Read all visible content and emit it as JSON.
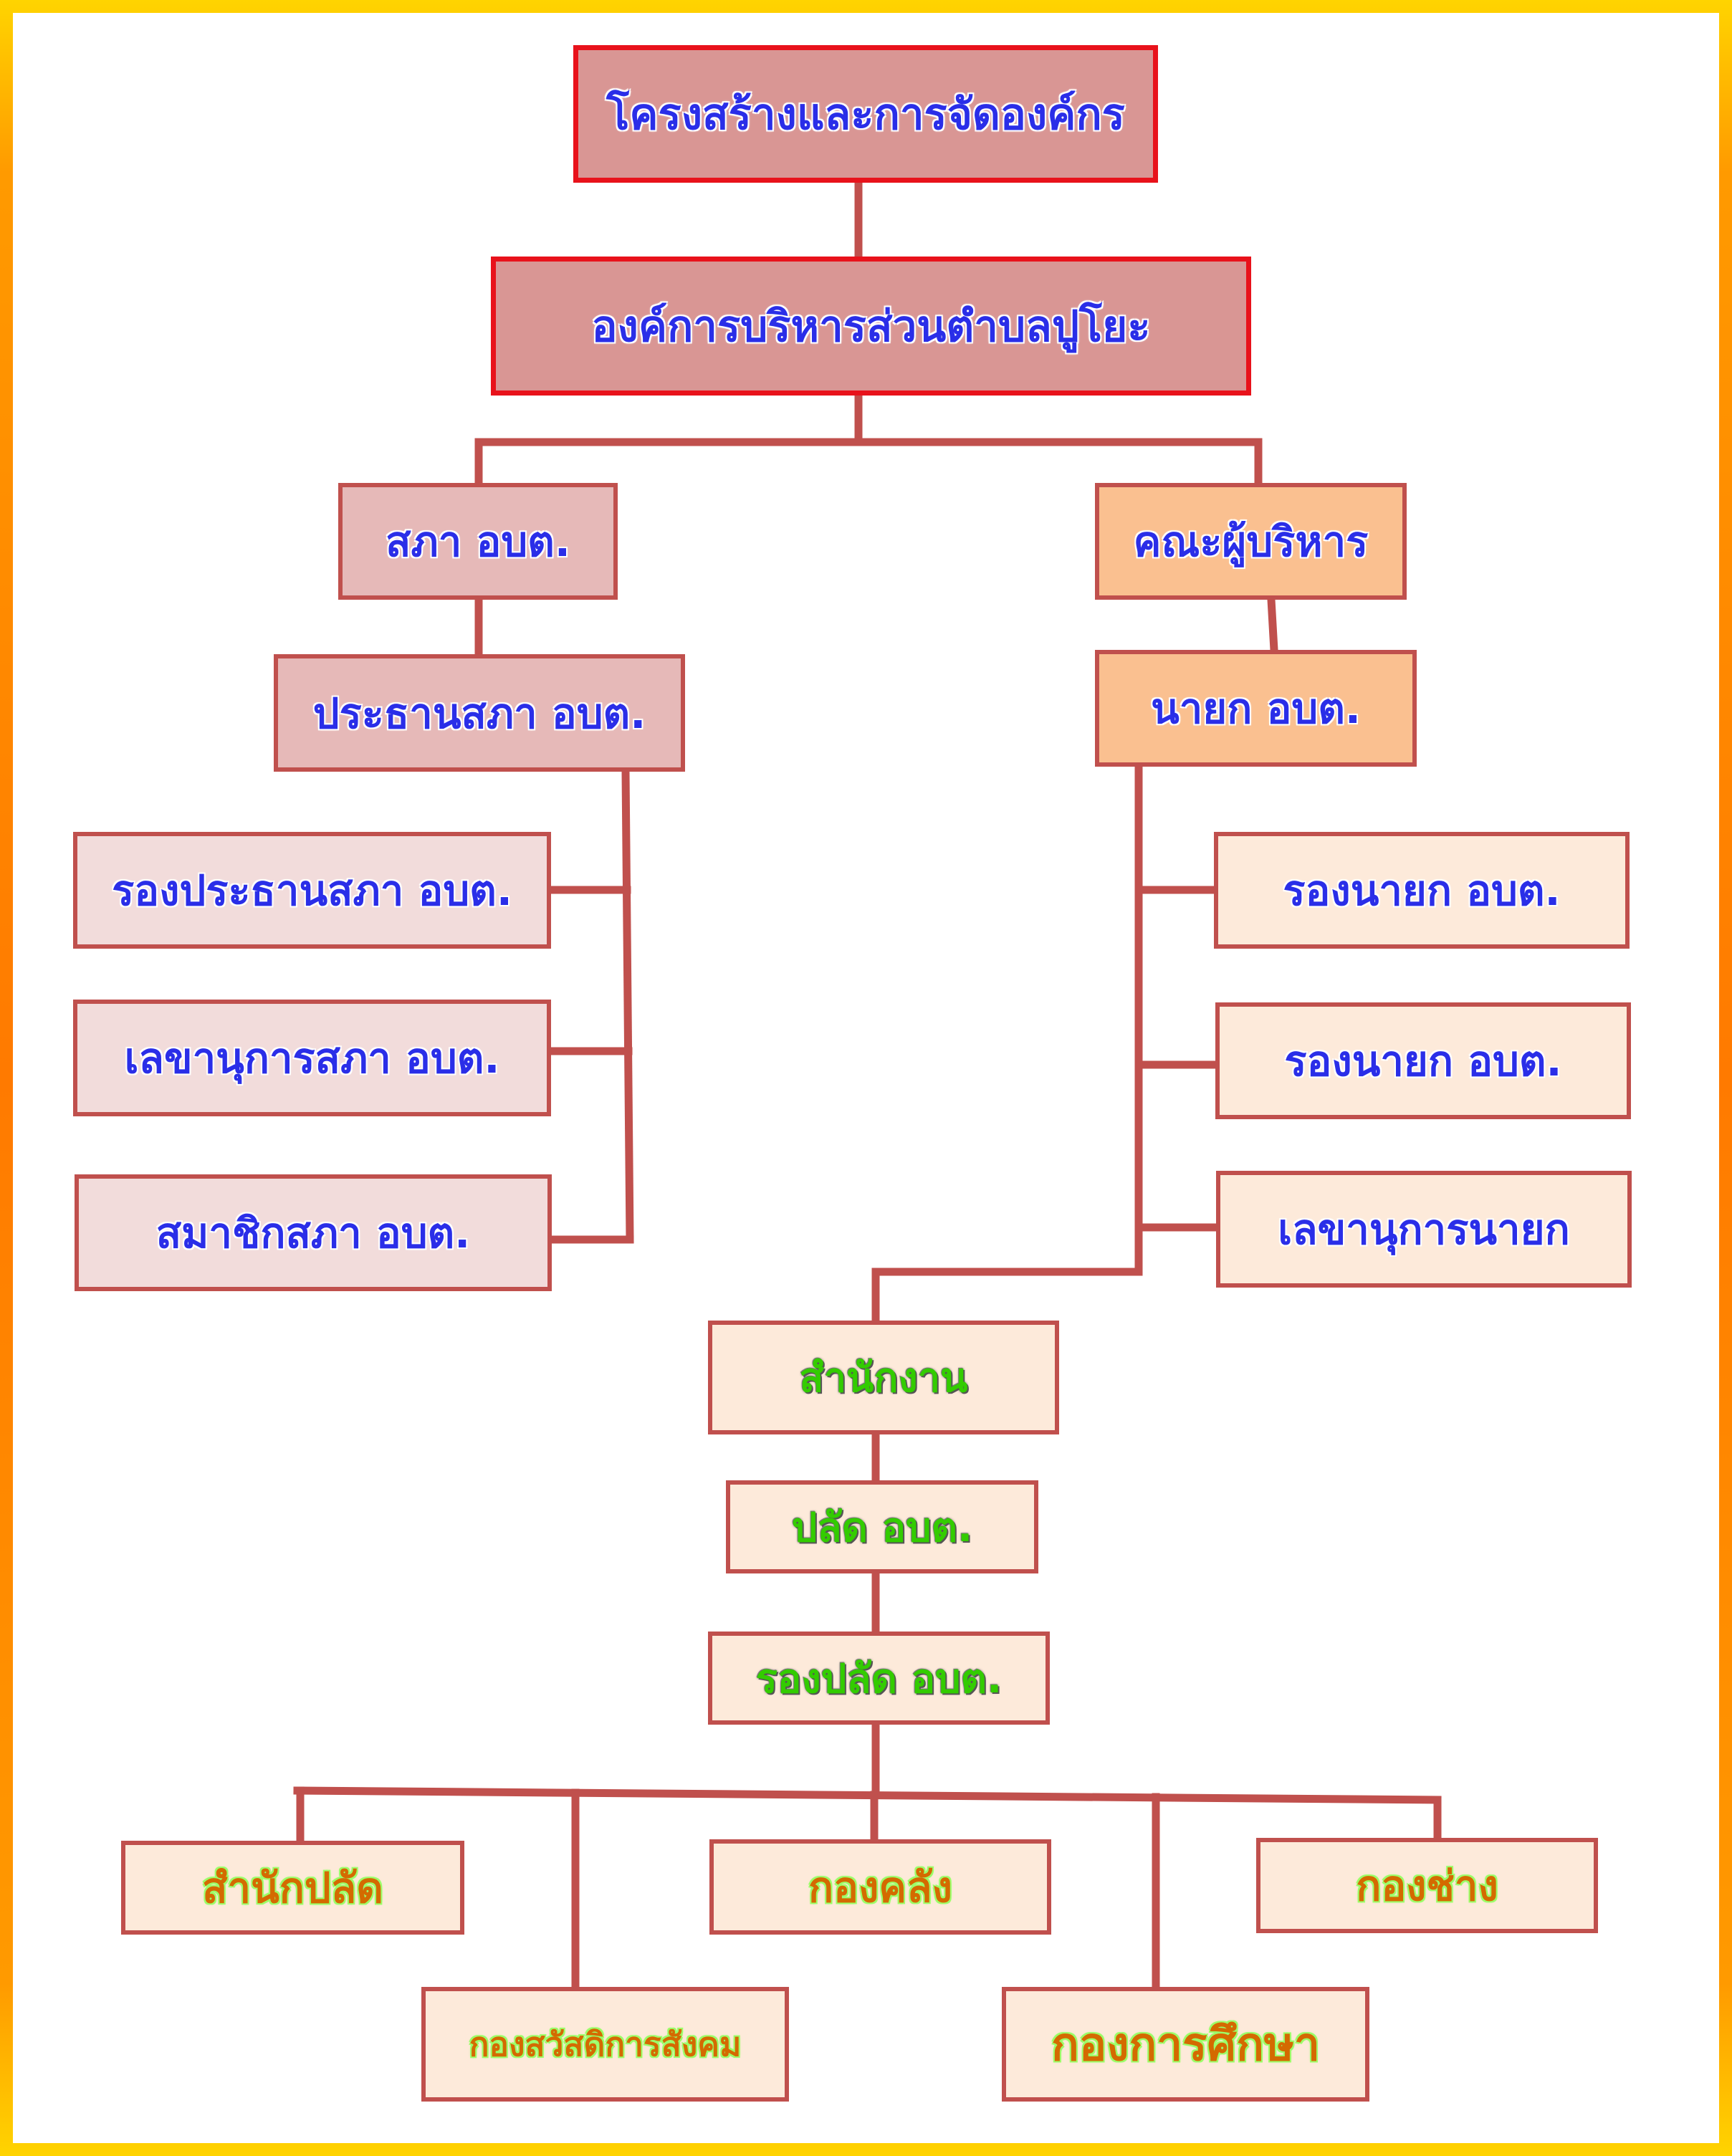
{
  "title": "โครงสร้างและการจัดองค์กร",
  "organization": "องค์การบริหารส่วนตำบลปูโยะ",
  "council": {
    "name": "สภา อบต.",
    "chair": "ประธานสภา อบต.",
    "members": [
      "รองประธานสภา อบต.",
      "เลขานุการสภา อบต.",
      "สมาชิกสภา อบต."
    ]
  },
  "executive": {
    "name": "คณะผู้บริหาร",
    "head": "นายก อบต.",
    "members": [
      "รองนายก อบต.",
      "รองนายก อบต.",
      "เลขานุการนายก"
    ]
  },
  "office": {
    "name": "สำนักงาน",
    "head": "ปลัด อบต.",
    "deputy": "รองปลัด อบต.",
    "divisions": [
      "สำนักปลัด",
      "กองสวัสดิการสังคม",
      "กองคลัง",
      "กองการศึกษา",
      "กองช่าง"
    ]
  },
  "colors": {
    "header_fill": "#d99694",
    "header_border": "#e8121b",
    "connector": "#c0504d",
    "label_blue": "#2a2ee8",
    "label_green": "#33cc00",
    "label_orange": "#d46a00",
    "frame_outer": "#ff7a00"
  }
}
